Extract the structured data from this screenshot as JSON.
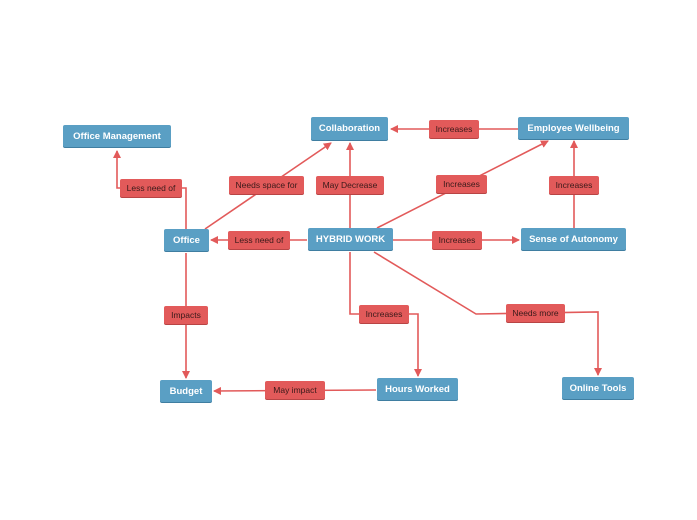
{
  "colors": {
    "node": "#5a9fc4",
    "label": "#e25a5a",
    "edge": "#e25a5a",
    "node_text": "#ffffff"
  },
  "nodes": {
    "hybrid_work": "HYBRID WORK",
    "office_management": "Office Management",
    "collaboration": "Collaboration",
    "employee_wellbeing": "Employee Wellbeing",
    "office": "Office",
    "sense_of_autonomy": "Sense of Autonomy",
    "budget": "Budget",
    "hours_worked": "Hours Worked",
    "online_tools": "Online Tools"
  },
  "edge_labels": {
    "wellbeing_collab": "Increases",
    "office_officemgmt": "Less need of",
    "office_collab": "Needs space for",
    "hybrid_collab": "May Decrease",
    "hybrid_wellbeing": "Increases",
    "autonomy_wellbeing": "Increases",
    "hybrid_office": "Less need of",
    "hybrid_autonomy": "Increases",
    "office_budget": "Impacts",
    "hybrid_hours": "Increases",
    "hybrid_online": "Needs more",
    "hours_budget": "May impact"
  }
}
